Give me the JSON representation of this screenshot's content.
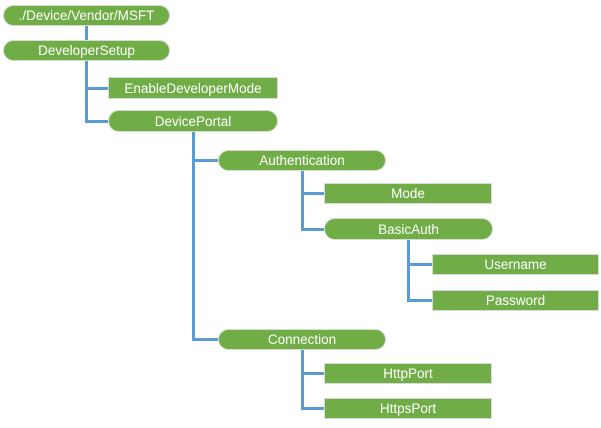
{
  "diagram": {
    "title": "CSP node hierarchy tree",
    "background_color": "#ffffff",
    "node_fill_color": "#70AD47",
    "node_text_color": "#ffffff",
    "connector_color": "#5B9BD5",
    "nodes": [
      {
        "id": "root",
        "label": "./Device/Vendor/MSFT",
        "shape": "pill",
        "parent": null
      },
      {
        "id": "developer-setup",
        "label": "DeveloperSetup",
        "shape": "pill",
        "parent": "root"
      },
      {
        "id": "enable-developer-mode",
        "label": "EnableDeveloperMode",
        "shape": "rect",
        "parent": "developer-setup"
      },
      {
        "id": "device-portal",
        "label": "DevicePortal",
        "shape": "pill",
        "parent": "developer-setup"
      },
      {
        "id": "authentication",
        "label": "Authentication",
        "shape": "pill",
        "parent": "device-portal"
      },
      {
        "id": "mode",
        "label": "Mode",
        "shape": "rect",
        "parent": "authentication"
      },
      {
        "id": "basic-auth",
        "label": "BasicAuth",
        "shape": "pill",
        "parent": "authentication"
      },
      {
        "id": "username",
        "label": "Username",
        "shape": "rect",
        "parent": "basic-auth"
      },
      {
        "id": "password",
        "label": "Password",
        "shape": "rect",
        "parent": "basic-auth"
      },
      {
        "id": "connection",
        "label": "Connection",
        "shape": "pill",
        "parent": "device-portal"
      },
      {
        "id": "http-port",
        "label": "HttpPort",
        "shape": "rect",
        "parent": "connection"
      },
      {
        "id": "https-port",
        "label": "HttpsPort",
        "shape": "rect",
        "parent": "connection"
      }
    ]
  }
}
